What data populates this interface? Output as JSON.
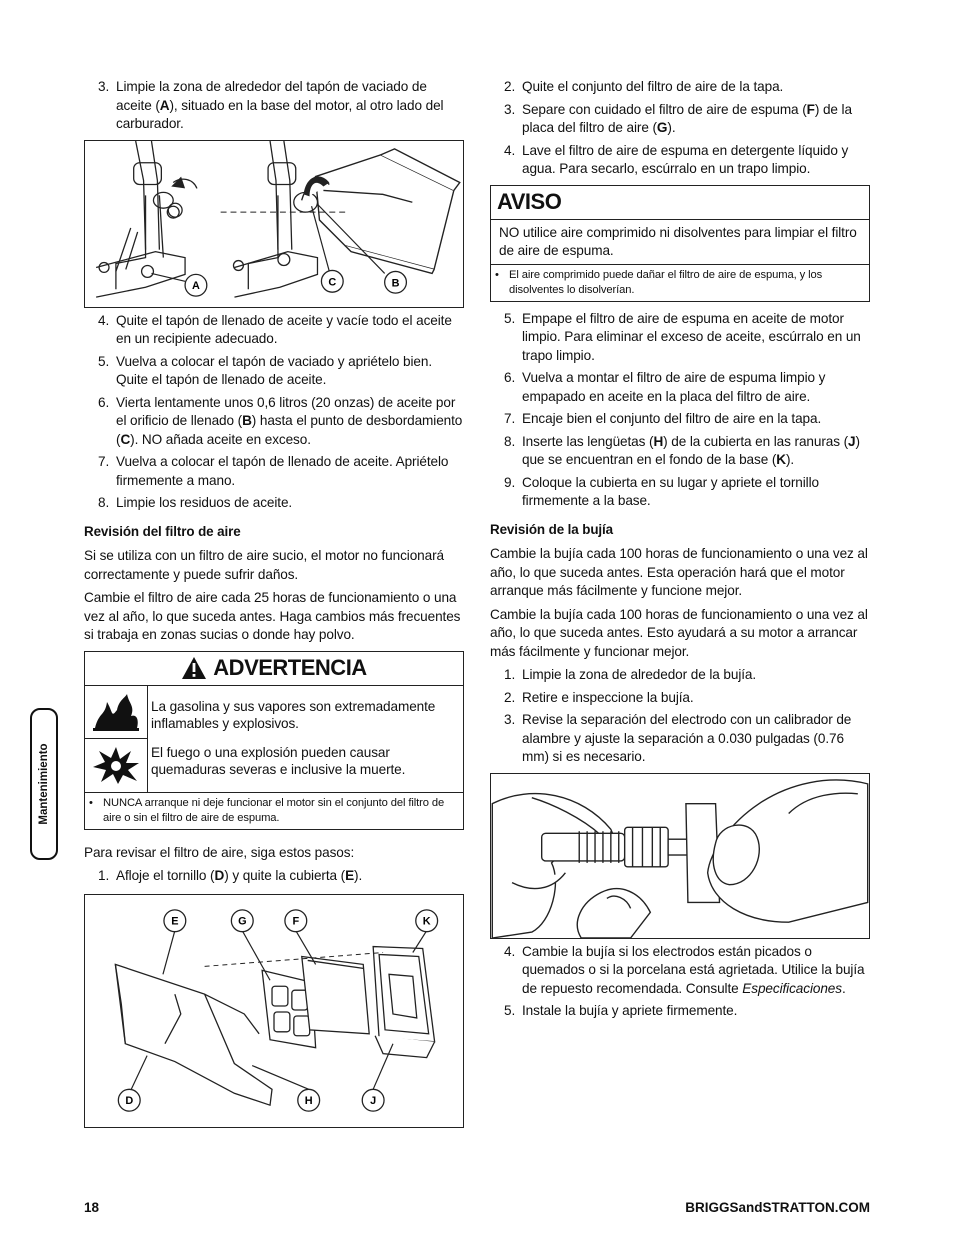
{
  "side_tab": "Mantenimiento",
  "footer": {
    "page_number": "18",
    "website": "BRIGGSandSTRATTON.COM"
  },
  "left": {
    "step3": {
      "num": "3.",
      "a": "Limpie la zona de alrededor del tapón de vaciado de aceite (",
      "b": "A",
      "c": "), situado en la base del motor, al otro lado del carburador."
    },
    "fig1_labels": [
      "A",
      "C",
      "B"
    ],
    "step4": {
      "num": "4.",
      "text": "Quite el tapón de llenado de aceite y vacíe todo el aceite en un recipiente adecuado."
    },
    "step5": {
      "num": "5.",
      "text": "Vuelva a colocar el tapón de vaciado y apriételo bien. Quite el tapón de llenado de aceite."
    },
    "step6": {
      "num": "6.",
      "a": "Vierta lentamente unos 0,6 litros (20 onzas) de aceite por el orificio de llenado (",
      "b": "B",
      "c": ") hasta el punto de desbordamiento (",
      "d": "C",
      "e": "). NO añada aceite en exceso."
    },
    "step7": {
      "num": "7.",
      "text": "Vuelva a colocar el tapón de llenado de aceite. Apriételo firmemente a mano."
    },
    "step8": {
      "num": "8.",
      "text": "Limpie los residuos de aceite."
    },
    "air_heading": "Revisión del filtro de aire",
    "air_p1": "Si se utiliza con un filtro de aire sucio, el motor no funcionará correctamente y puede sufrir daños.",
    "air_p2": "Cambie el filtro de aire cada 25 horas de funcionamiento o una vez al año, lo que suceda antes. Haga cambios más frecuentes si trabaja en zonas sucias o donde hay polvo.",
    "warning": {
      "title": "ADVERTENCIA",
      "line1": "La gasolina y sus vapores son extremadamente inflamables y explosivos.",
      "line2": "El fuego o una explosión pueden causar quemaduras severas e inclusive la muerte.",
      "bullet": "NUNCA arranque ni deje funcionar el motor sin el conjunto del filtro de aire o sin el filtro de aire de espuma."
    },
    "air_intro": "Para revisar el filtro de aire, siga estos pasos:",
    "air_step1": {
      "num": "1.",
      "a": "Afloje el tornillo (",
      "b": "D",
      "c": ") y quite la cubierta (",
      "d": "E",
      "e": ")."
    },
    "fig2_labels": [
      "E",
      "G",
      "F",
      "K",
      "D",
      "H",
      "J"
    ]
  },
  "right": {
    "step2": {
      "num": "2.",
      "text": "Quite el conjunto del filtro de aire de la tapa."
    },
    "step3": {
      "num": "3.",
      "a": "Separe con cuidado el filtro de aire de espuma (",
      "b": "F",
      "c": ") de la placa del filtro de aire (",
      "d": "G",
      "e": ")."
    },
    "step4": {
      "num": "4.",
      "text": "Lave el filtro de aire de espuma en detergente líquido y agua. Para secarlo, escúrralo en un trapo limpio."
    },
    "aviso": {
      "title": "AVISO",
      "text": "NO utilice aire comprimido ni disolventes para limpiar el filtro de aire de espuma.",
      "bullet": "El aire comprimido puede dañar el filtro de aire de espuma, y los disolventes lo disolverían."
    },
    "step5": {
      "num": "5.",
      "text": "Empape el filtro de aire de espuma en aceite de motor limpio. Para eliminar el exceso de aceite, escúrralo en un trapo limpio."
    },
    "step6": {
      "num": "6.",
      "text": "Vuelva a montar el filtro de aire de espuma limpio y empapado en aceite en la placa del filtro de aire."
    },
    "step7": {
      "num": "7.",
      "text": "Encaje bien el conjunto del filtro de aire en la tapa."
    },
    "step8": {
      "num": "8.",
      "a": "Inserte las lengüetas (",
      "b": "H",
      "c": ") de la cubierta en las ranuras (",
      "d": "J",
      "e": ") que se encuentran en el fondo de la base (",
      "f": "K",
      "g": ")."
    },
    "step9": {
      "num": "9.",
      "text": "Coloque la cubierta en su lugar y apriete el tornillo firmemente a la base."
    },
    "plug_heading": "Revisión de la bujía",
    "plug_p1": "Cambie la bujía cada 100 horas de funcionamiento o una vez al año, lo que suceda antes. Esta operación hará que el motor arranque más fácilmente y funcione mejor.",
    "plug_p2": "Cambie la bujía cada 100 horas de funcionamiento o una vez al año, lo que suceda antes. Esto ayudará a su motor a arrancar más fácilmente y funcionar mejor.",
    "pstep1": {
      "num": "1.",
      "text": "Limpie la zona de alrededor de la bujía."
    },
    "pstep2": {
      "num": "2.",
      "text": "Retire e inspeccione la bujía."
    },
    "pstep3": {
      "num": "3.",
      "text": "Revise la separación del electrodo con un calibrador de alambre y ajuste la separación a 0.030 pulgadas (0.76 mm) si es necesario."
    },
    "pstep4": {
      "num": "4.",
      "a": "Cambie la bujía si los electrodos están picados o quemados o si la porcelana está agrietada. Utilice la bujía de repuesto recomendada. Consulte ",
      "b": "Especificaciones",
      "c": "."
    },
    "pstep5": {
      "num": "5.",
      "text": "Instale la bujía y apriete firmemente."
    }
  }
}
